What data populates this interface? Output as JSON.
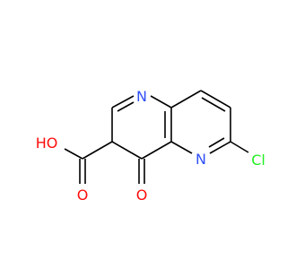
{
  "molecule": {
    "atoms": [
      {
        "id": "n1",
        "symbol": "N",
        "color": "#3050f8"
      },
      {
        "id": "n5",
        "symbol": "N",
        "color": "#3050f8"
      },
      {
        "id": "cl",
        "symbol": "Cl",
        "color": "#1ff01f"
      },
      {
        "id": "o_keto",
        "symbol": "O",
        "color": "#ff0d0d"
      },
      {
        "id": "o_acid",
        "symbol": "O",
        "color": "#ff0d0d"
      },
      {
        "id": "oh",
        "symbol": "HO",
        "color": "#ff0d0d"
      }
    ]
  }
}
